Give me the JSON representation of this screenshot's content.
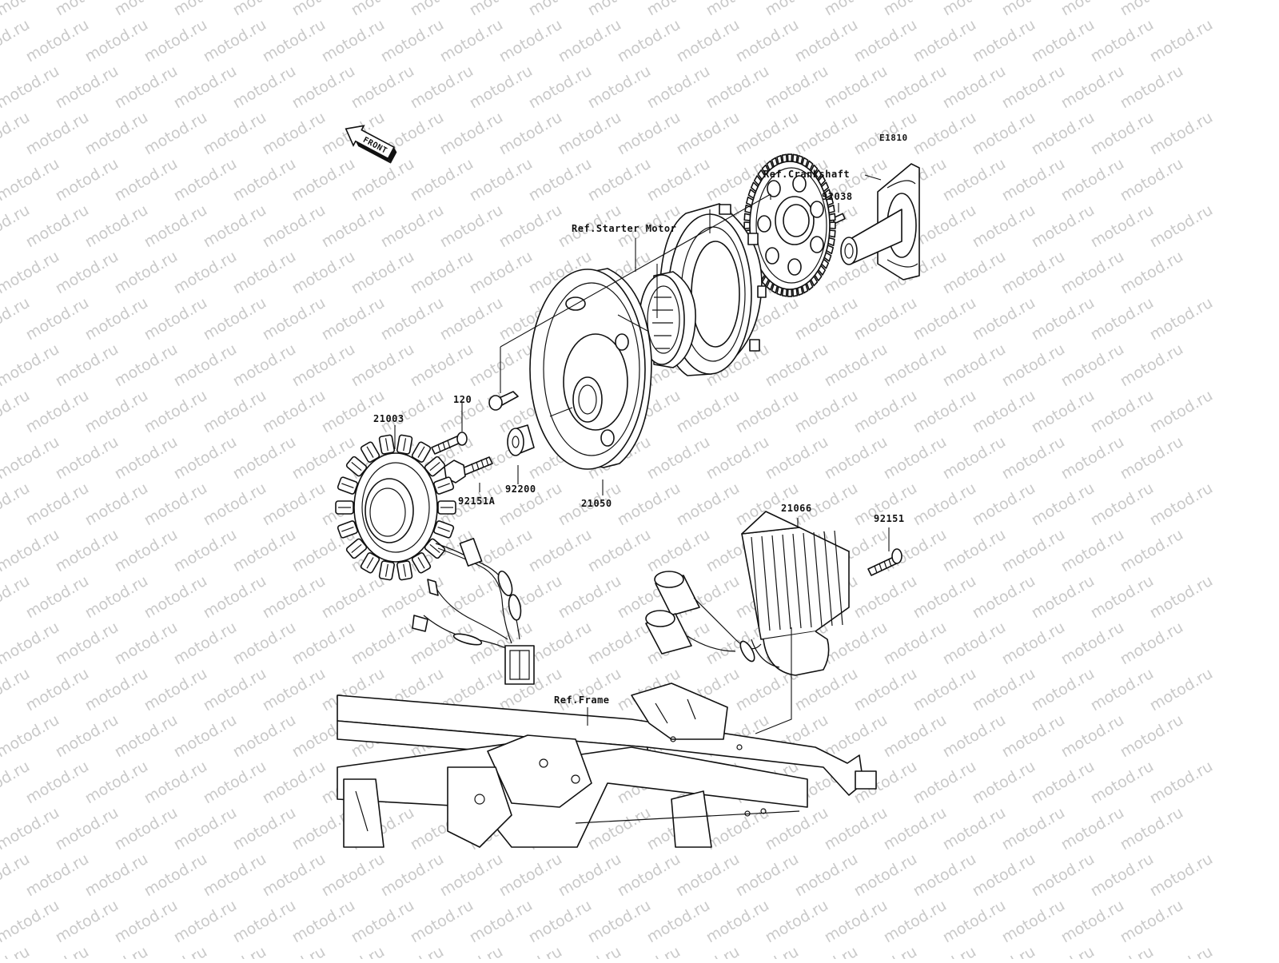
{
  "diagram_code": "E1810",
  "front_arrow": "FRONT",
  "watermark": "motod.ru",
  "refs": {
    "crankshaft": "Ref.Crankshaft",
    "starter_motor": "Ref.Starter Motor",
    "frame": "Ref.Frame"
  },
  "parts": {
    "p92038": "92038",
    "p120": "120",
    "p21003": "21003",
    "p92151a": "92151A",
    "p92200": "92200",
    "p21050": "21050",
    "p21066": "21066",
    "p92151": "92151"
  }
}
